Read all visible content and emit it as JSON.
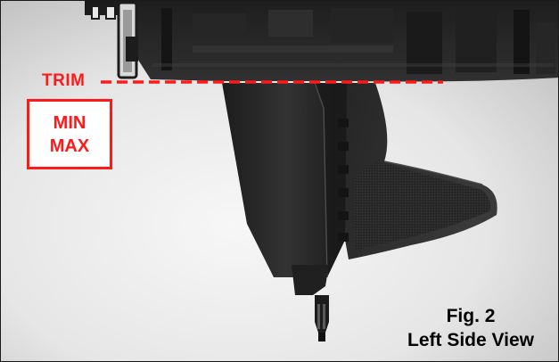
{
  "colors": {
    "accent_red": "#ff1a1a",
    "part_dark": "#2a2a2a",
    "part_shadow": "#161616",
    "background_light": "#f2f2f2",
    "background_mid": "#cfcfcf"
  },
  "annotations": {
    "trim_label": "TRIM",
    "min_label": "MIN",
    "max_label": "MAX"
  },
  "caption": {
    "figure_number": "Fig. 2",
    "view_name": "Left Side View"
  }
}
